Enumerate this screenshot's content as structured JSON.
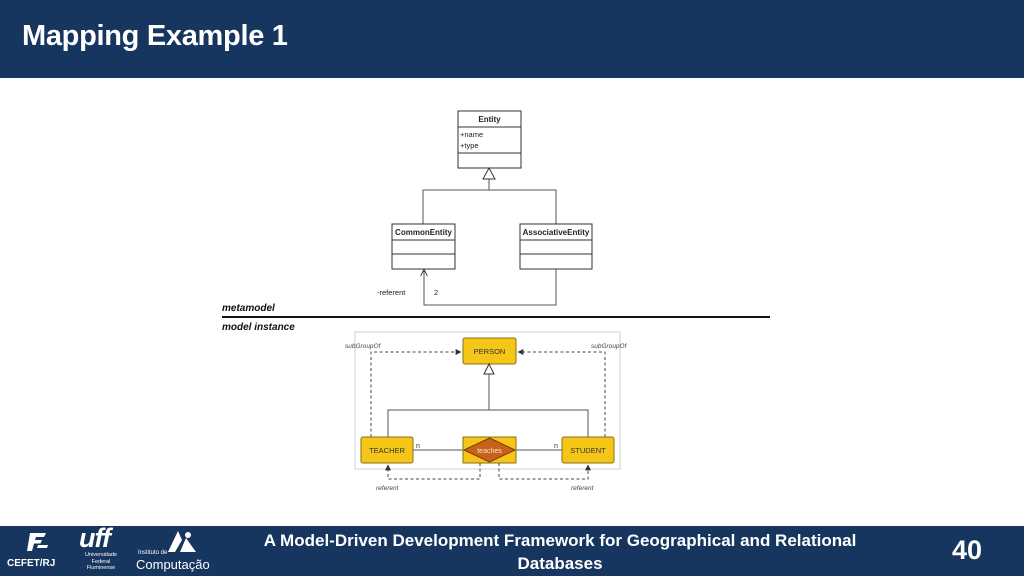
{
  "header": {
    "title": "Mapping Example 1"
  },
  "metamodel": {
    "entity": {
      "name": "Entity",
      "attributes": [
        "+name",
        "+type"
      ]
    },
    "common_entity": "CommonEntity",
    "associative_entity": "AssociativeEntity",
    "referent_label": "-referent",
    "multiplicity": "2"
  },
  "section_labels": {
    "metamodel": "metamodel",
    "model_instance": "model instance"
  },
  "instance": {
    "person": "PERSON",
    "teacher": "TEACHER",
    "student": "STUDENT",
    "relationship": "teaches",
    "n_left": "n",
    "n_right": "n",
    "subgroup_left": "subGroupOf",
    "subgroup_right": "subGroupOf",
    "referent_left": "referent",
    "referent_right": "referent",
    "colors": {
      "entity_fill": "#f5c518",
      "relationship_fill": "#c8621a"
    }
  },
  "footer": {
    "title_line1": "A Model-Driven Development Framework for Geographical and Relational",
    "title_line2": "Databases",
    "page_number": "40",
    "logo_cefet": "CEFET/RJ",
    "logo_uff": "uff",
    "logo_uff_sub": [
      "Universidade",
      "Federal",
      "Fluminense"
    ],
    "logo_ic_small": "Instituto de",
    "logo_ic": "Computação"
  }
}
